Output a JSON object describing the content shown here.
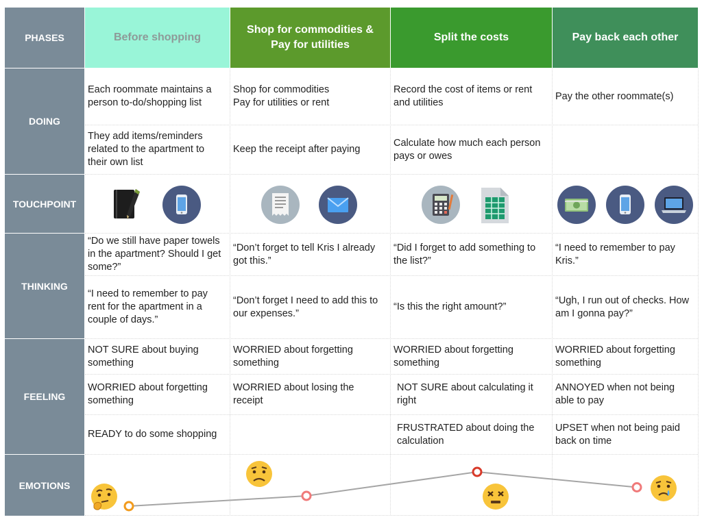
{
  "colors": {
    "label_bg": "#7a8b98",
    "phase1_bg": "#99f5d8",
    "phase2_bg": "#5c9a2c",
    "phase3_bg": "#3a9a2e",
    "phase4_bg": "#3f8f5a",
    "line": "#a5a5a5",
    "dot_orange": "#f29b1d",
    "dot_pink": "#f07a7a",
    "dot_red": "#d83a2a"
  },
  "row_labels": {
    "phases": "PHASES",
    "doing": "DOING",
    "touchpoint": "TOUCHPOINT",
    "thinking": "THINKING",
    "feeling": "FEELING",
    "emotions": "EMOTIONS"
  },
  "phases": [
    {
      "line1": "Before shopping",
      "line2": ""
    },
    {
      "line1": "Shop for commodities &",
      "line2": "Pay for utilities"
    },
    {
      "line1": "Split the costs",
      "line2": ""
    },
    {
      "line1": "Pay back each other",
      "line2": ""
    }
  ],
  "doing": [
    [
      "Each roommate maintains a person to-do/shopping list",
      "They add items/reminders related to the apartment to their own list"
    ],
    [
      "Shop for commodities\nPay for utilities or rent",
      "Keep the receipt after paying"
    ],
    [
      "Record the cost of items or rent and utilities",
      "Calculate how much each person pays or owes"
    ],
    [
      "Pay the other roommate(s)",
      ""
    ]
  ],
  "touchpoints": [
    [
      "notebook-icon",
      "phone-icon"
    ],
    [
      "receipt-icon",
      "mail-icon"
    ],
    [
      "calculator-icon",
      "spreadsheet-icon"
    ],
    [
      "cash-icon",
      "phone-icon",
      "laptop-icon"
    ]
  ],
  "thinking": [
    [
      "“Do we still have paper towels in the apartment? Should I get some?”",
      "“I need to remember to pay rent for the apartment in a couple of days.”"
    ],
    [
      "“Don’t forget to tell Kris I already got this.”",
      "“Don’t forget I need to add this to our expenses.”"
    ],
    [
      "“Did I forget to add something to the list?”",
      "“Is this the right amount?”"
    ],
    [
      "“I need to remember to pay Kris.”",
      "“Ugh, I run out of checks. How am I gonna pay?”"
    ]
  ],
  "feeling": [
    [
      "NOT SURE about buying something",
      "WORRIED about forgetting something",
      "READY to do some shopping"
    ],
    [
      "WORRIED about forgetting something",
      "WORRIED about losing the receipt",
      ""
    ],
    [
      "WORRIED about forgetting something",
      "NOT SURE about calculating it right",
      "FRUSTRATED about doing the calculation"
    ],
    [
      "WORRIED about forgetting something",
      "ANNOYED when not being able to pay",
      "UPSET when not being paid back on time"
    ]
  ],
  "emotions": [
    {
      "face": "thinking-face-icon",
      "level": 0.0
    },
    {
      "face": "worried-face-icon",
      "level": 0.3
    },
    {
      "face": "dizzy-face-icon",
      "level": 1.0
    },
    {
      "face": "crying-face-icon",
      "level": 0.55
    }
  ]
}
